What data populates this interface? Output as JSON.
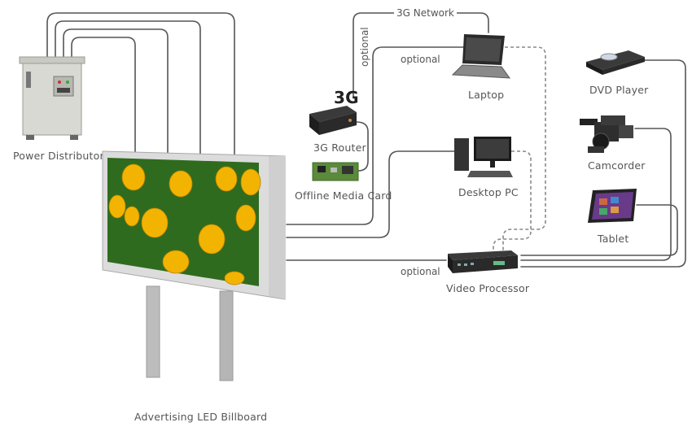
{
  "nodes": {
    "power_distributor": "Power Distributor",
    "billboard": "Advertising LED Billboard",
    "router": "3G Router",
    "router_badge": "3G",
    "media_card": "Offline Media Card",
    "laptop": "Laptop",
    "desktop": "Desktop PC",
    "video_processor": "Video Processor",
    "dvd": "DVD Player",
    "camcorder": "Camcorder",
    "tablet": "Tablet"
  },
  "edge_labels": {
    "network": "3G Network",
    "optional_vertical": "optional",
    "optional_laptop": "optional",
    "optional_processor": "optional"
  },
  "colors": {
    "cable": "#555555",
    "dashed_cable": "#888888",
    "screen_tulip": "#f2b400",
    "screen_leaf": "#2f6b1e"
  }
}
